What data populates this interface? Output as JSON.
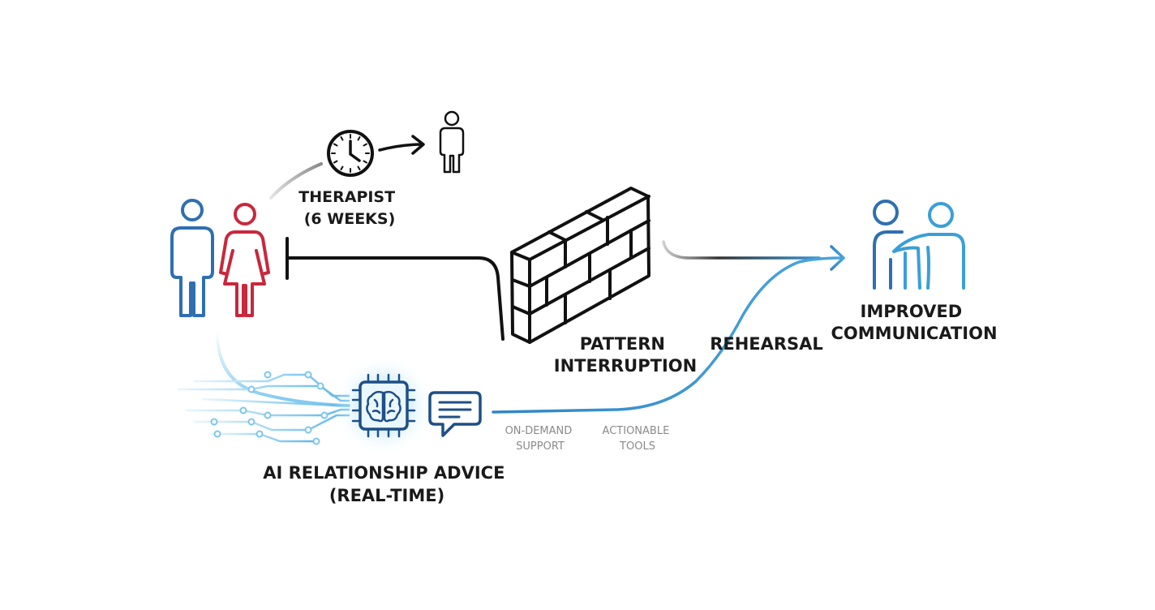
{
  "labels": {
    "therapist_line1": "THERAPIST",
    "therapist_line2": "(6 WEEKS)",
    "pattern_line1": "PATTERN",
    "pattern_line2": "INTERRUPTION",
    "rehearsal": "REHEARSAL",
    "improved_line1": "IMPROVED",
    "improved_line2": "COMMUNICATION",
    "ai_line1": "AI RELATIONSHIP ADVICE",
    "ai_line2": "(REAL-TIME)",
    "ondemand_line1": "ON-DEMAND",
    "ondemand_line2": "SUPPORT",
    "actionable_line1": "ACTIONABLE",
    "actionable_line2": "TOOLS"
  },
  "colors": {
    "blue": "#2f6fb0",
    "red": "#c8283c",
    "dark": "#111111",
    "accent": "#3a9fd8",
    "muted": "#8a8a8a"
  },
  "icons": {
    "couple": "couple-icon",
    "clock": "clock-icon",
    "person": "person-icon",
    "wall": "brick-wall-icon",
    "brain_chip": "brain-chip-icon",
    "chat": "chat-bubble-icon",
    "embrace": "embracing-people-icon"
  }
}
